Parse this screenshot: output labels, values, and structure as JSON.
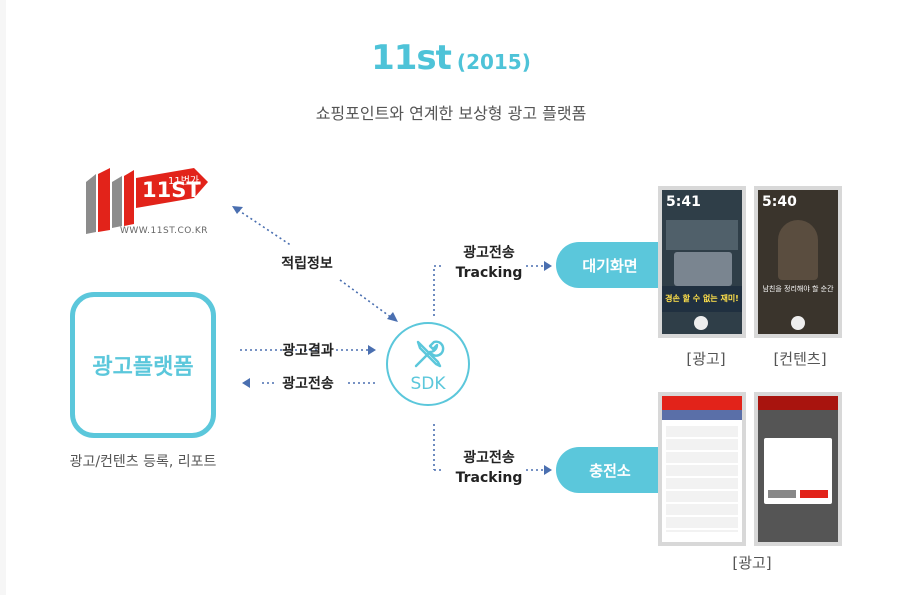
{
  "header": {
    "title": "11st",
    "year": "(2015)",
    "subtitle": "쇼핑포인트와 연계한 보상형 광고 플랫폼"
  },
  "logo": {
    "brand": "11ST",
    "tag": "11번가",
    "url": "WWW.11ST.CO.KR"
  },
  "platform": {
    "label": "광고플랫폼",
    "caption": "광고/컨텐츠 등록, 리포트"
  },
  "flows": {
    "points": "적립정보",
    "result": "광고결과",
    "send": "광고전송",
    "upper_tracking_line1": "광고전송",
    "upper_tracking_line2": "Tracking",
    "lower_tracking_line1": "광고전송",
    "lower_tracking_line2": "Tracking"
  },
  "sdk": {
    "label": "SDK",
    "icon": "tools-icon"
  },
  "targets": {
    "lockscreen": "대기화면",
    "charge": "충전소"
  },
  "captions": {
    "ad": "[광고]",
    "content": "[컨텐츠]",
    "charge_ad": "[광고]"
  },
  "phones": {
    "ad_time": "5:41",
    "ad_banner": "경손 할 수 없는 재미!",
    "content_time": "5:40",
    "content_text": "남친을 정리해야 할 순간"
  },
  "colors": {
    "accent": "#5bc7db",
    "brand_red": "#e2231a"
  }
}
